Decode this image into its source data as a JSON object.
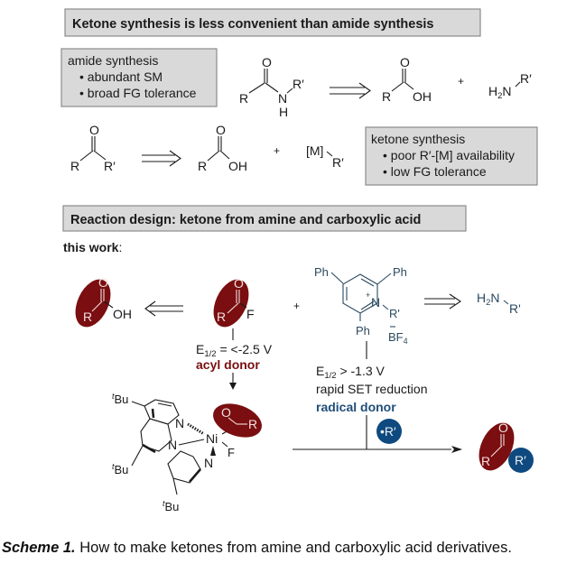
{
  "header1": "Ketone synthesis is less convenient than amide synthesis",
  "amide_box": {
    "title": "amide synthesis",
    "bullets": [
      "abundant SM",
      "broad FG tolerance"
    ]
  },
  "ketone_box": {
    "title": "ketone synthesis",
    "bullets": [
      "poor R′-[M] availability",
      "low FG tolerance"
    ]
  },
  "header2": "Reaction design: ketone from amine and carboxylic acid",
  "this_work": "this work",
  "atoms": {
    "O": "O",
    "R": "R",
    "Rp": "R′",
    "N": "N",
    "H": "H",
    "OH": "OH",
    "F": "F",
    "H2N_H": "H",
    "H2N_2": "2",
    "H2N_N": "N",
    "M": "[M]",
    "plus": "+",
    "Ph": "Ph",
    "Rp_simple": "R'",
    "BF": "BF",
    "four": "4",
    "minus": "–",
    "cation": "+",
    "tBu_t": "t",
    "tBu_Bu": "Bu",
    "Ni": "Ni",
    "radical_R": "•R′"
  },
  "acyl": {
    "e_half_E": "E",
    "e_half_sub": "1/2",
    "e_half_val": " = <-2.5 V",
    "label": "acyl donor"
  },
  "radical": {
    "e_half_E": "E",
    "e_half_sub": "1/2",
    "e_half_val": " > -1.3 V",
    "desc": "rapid SET reduction",
    "label": "radical donor"
  },
  "caption": {
    "label": "Scheme 1.",
    "text": " How to make ketones from amine and carboxylic acid derivatives."
  },
  "colors": {
    "acyl_red": "#7a0e10",
    "radical_blue": "#0e4a80",
    "box_fill": "#d9d9d9"
  }
}
